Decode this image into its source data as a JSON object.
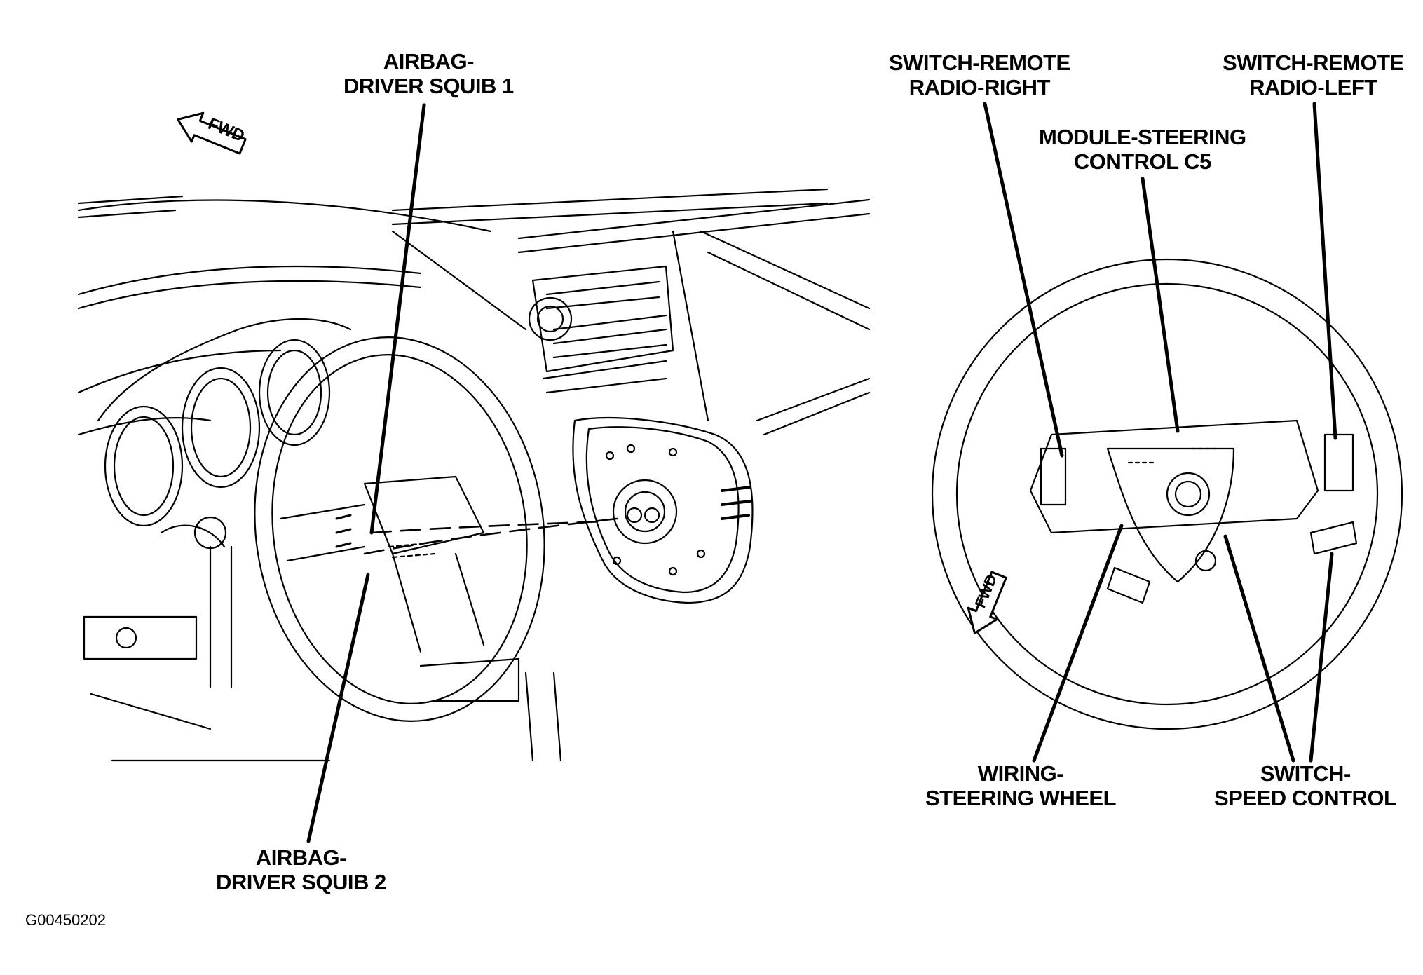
{
  "callouts": {
    "airbag_squib_1": {
      "line1": "AIRBAG-",
      "line2": "DRIVER SQUIB 1"
    },
    "airbag_squib_2": {
      "line1": "AIRBAG-",
      "line2": "DRIVER SQUIB 2"
    },
    "switch_radio_right": {
      "line1": "SWITCH-REMOTE",
      "line2": "RADIO-RIGHT"
    },
    "switch_radio_left": {
      "line1": "SWITCH-REMOTE",
      "line2": "RADIO-LEFT"
    },
    "module_steering": {
      "line1": "MODULE-STEERING",
      "line2": "CONTROL C5"
    },
    "wiring_wheel": {
      "line1": "WIRING-",
      "line2": "STEERING WHEEL"
    },
    "switch_speed": {
      "line1": "SWITCH-",
      "line2": "SPEED CONTROL"
    }
  },
  "fwd_marks": {
    "left": "FWD",
    "right": "FWD"
  },
  "figure_id": "G00450202",
  "colors": {
    "ink": "#000000",
    "paper": "#ffffff"
  }
}
